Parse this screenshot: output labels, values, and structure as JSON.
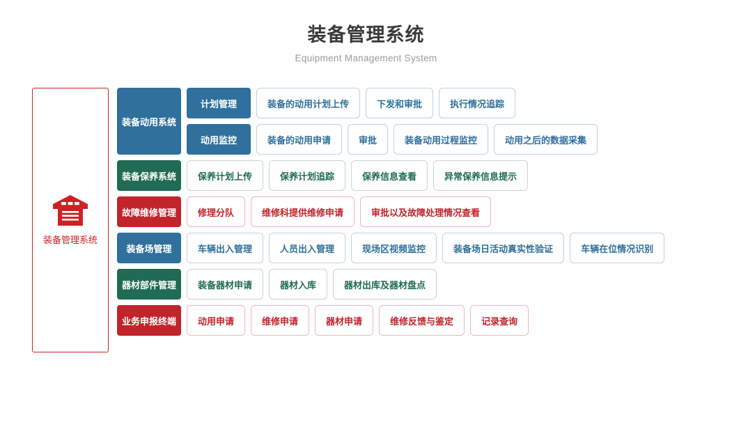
{
  "header": {
    "title": "装备管理系统",
    "subtitle": "Equipment Management System"
  },
  "root": {
    "label": "装备管理系统",
    "icon": "warehouse-icon",
    "color": "#cf2027"
  },
  "colors": {
    "blue": "#2f709d",
    "green": "#1f6b53",
    "red": "#c1242b",
    "title": "#3a3a3a",
    "subtitle": "#9a9a9a"
  },
  "rows": [
    {
      "category": "装备动用系统",
      "theme": "blue",
      "subrows": [
        {
          "label": "计划管理",
          "items": [
            "装备的动用计划上传",
            "下发和审批",
            "执行情况追踪"
          ]
        },
        {
          "label": "动用监控",
          "items": [
            "装备的动用申请",
            "审批",
            "装备动用过程监控",
            "动用之后的数据采集"
          ]
        }
      ]
    },
    {
      "category": "装备保养系统",
      "theme": "green",
      "items": [
        "保养计划上传",
        "保养计划追踪",
        "保养信息查看",
        "异常保养信息提示"
      ]
    },
    {
      "category": "故障维修管理",
      "theme": "red",
      "items": [
        "修理分队",
        "维修科提供维修申请",
        "审批以及故障处理情况查看"
      ]
    },
    {
      "category": "装备场管理",
      "theme": "blue",
      "items": [
        "车辆出入管理",
        "人员出入管理",
        "现场区视频监控",
        "装备场日活动真实性验证",
        "车辆在位情况识别"
      ]
    },
    {
      "category": "器材部件管理",
      "theme": "green",
      "items": [
        "装备器材申请",
        "器材入库",
        "器材出库及器材盘点"
      ]
    },
    {
      "category": "业务申报终端",
      "theme": "red",
      "items": [
        "动用申请",
        "维修申请",
        "器材申请",
        "维修反馈与鉴定",
        "记录查询"
      ]
    }
  ]
}
